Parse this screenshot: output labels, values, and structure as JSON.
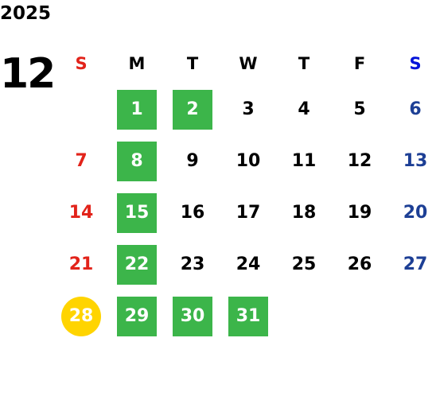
{
  "year": "2025",
  "month": "12",
  "colors": {
    "holiday_green": "#3cb54a",
    "highlight_yellow": "#ffd400",
    "sunday_red": "#e2231a",
    "saturday_blue": "#1d3f95"
  },
  "weekdays": [
    "S",
    "M",
    "T",
    "W",
    "T",
    "F",
    "S"
  ],
  "weeks": [
    [
      {
        "day": ""
      },
      {
        "day": "1",
        "mark": "green"
      },
      {
        "day": "2",
        "mark": "green"
      },
      {
        "day": "3"
      },
      {
        "day": "4"
      },
      {
        "day": "5"
      },
      {
        "day": "6"
      }
    ],
    [
      {
        "day": "7"
      },
      {
        "day": "8",
        "mark": "green"
      },
      {
        "day": "9"
      },
      {
        "day": "10"
      },
      {
        "day": "11"
      },
      {
        "day": "12"
      },
      {
        "day": "13"
      }
    ],
    [
      {
        "day": "14"
      },
      {
        "day": "15",
        "mark": "green"
      },
      {
        "day": "16"
      },
      {
        "day": "17"
      },
      {
        "day": "18"
      },
      {
        "day": "19"
      },
      {
        "day": "20"
      }
    ],
    [
      {
        "day": "21"
      },
      {
        "day": "22",
        "mark": "green"
      },
      {
        "day": "23"
      },
      {
        "day": "24"
      },
      {
        "day": "25"
      },
      {
        "day": "26"
      },
      {
        "day": "27"
      }
    ],
    [
      {
        "day": "28",
        "mark": "circle"
      },
      {
        "day": "29",
        "mark": "green"
      },
      {
        "day": "30",
        "mark": "green"
      },
      {
        "day": "31",
        "mark": "green"
      },
      {
        "day": ""
      },
      {
        "day": ""
      },
      {
        "day": ""
      }
    ]
  ]
}
